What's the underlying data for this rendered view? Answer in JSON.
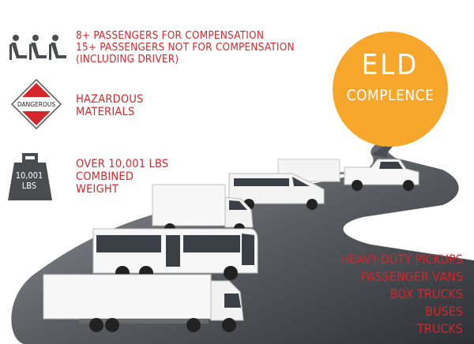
{
  "rules": {
    "passengers": {
      "icon": "passenger-seats-icon",
      "lines": [
        "8+ PASSENGERS FOR COMPENSATION",
        "15+ PASSENGERS NOT FOR COMPENSATION",
        "(INCLUDING DRIVER)"
      ]
    },
    "hazmat": {
      "icon": "dangerous-placard-icon",
      "placard_text": "DANGEROUS",
      "lines": [
        "HAZARDOUS",
        "MATERIALS"
      ]
    },
    "weight": {
      "icon": "weight-icon",
      "weight_lines": [
        "10,001",
        "LBS"
      ],
      "lines": [
        "OVER 10,001 LBS",
        "COMBINED",
        "WEIGHT"
      ]
    }
  },
  "badge": {
    "line1": "ELD",
    "line2": "COMPLENCE",
    "color": "#f5a62b"
  },
  "vehicle_types": [
    "HEAVY-DUTY PICKUPS",
    "PASSENGER VANS",
    "BOX TRUCKS",
    "BUSES",
    "TRUCKS"
  ],
  "colors": {
    "accent": "#d5262b",
    "icon": "#4a4c50",
    "road": "#3a3d41",
    "road_light": "#8f9296"
  }
}
